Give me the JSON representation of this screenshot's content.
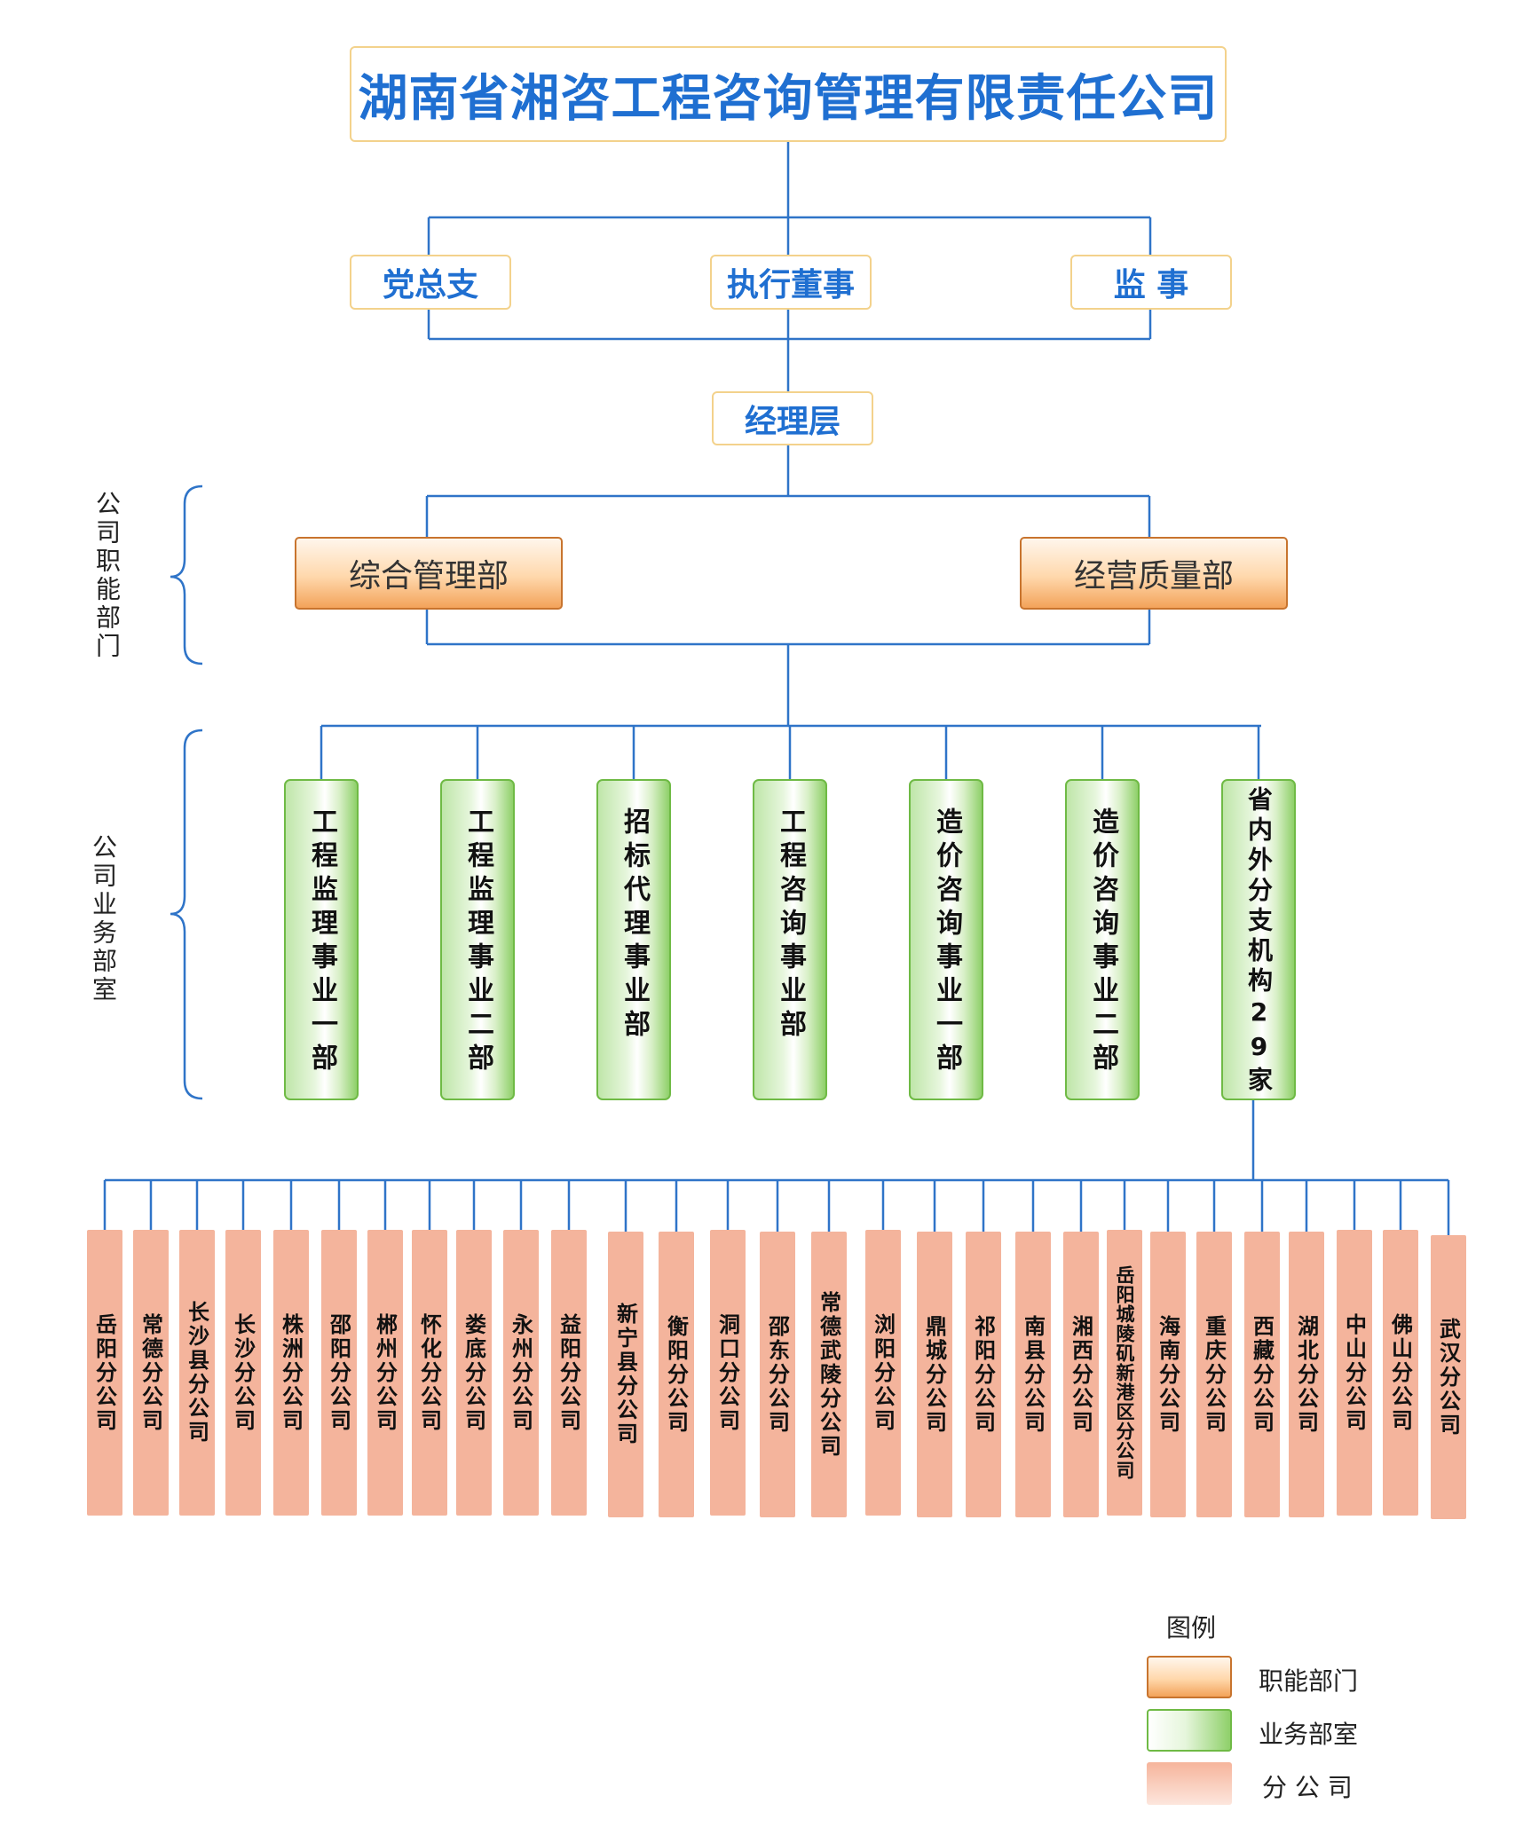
{
  "company": "湖南省湘咨工程咨询管理有限责任公司",
  "governance": {
    "party": "党总支",
    "director": "执行董事",
    "supervisor": "监 事"
  },
  "management": "经理层",
  "functional_label": "公司职能部门",
  "functional": [
    "综合管理部",
    "经营质量部"
  ],
  "business_label": "公司业务部室",
  "business": [
    "工程监理事业一部",
    "工程监理事业二部",
    "招标代理事业部",
    "工程咨询事业部",
    "造价咨询事业一部",
    "造价咨询事业二部",
    "省内外分支机构29家"
  ],
  "branches": [
    "岳阳分公司",
    "常德分公司",
    "长沙县分公司",
    "长沙分公司",
    "株洲分公司",
    "邵阳分公司",
    "郴州分公司",
    "怀化分公司",
    "娄底分公司",
    "永州分公司",
    "益阳分公司",
    "新宁县分公司",
    "衡阳分公司",
    "洞口分公司",
    "邵东分公司",
    "常德武陵分公司",
    "浏阳分公司",
    "鼎城分公司",
    "祁阳分公司",
    "南县分公司",
    "湘西分公司",
    "岳阳城陵矶新港区分公司",
    "海南分公司",
    "重庆分公司",
    "西藏分公司",
    "湖北分公司",
    "中山分公司",
    "佛山分公司",
    "武汉分公司"
  ],
  "legend": {
    "title": "图例",
    "items": [
      {
        "label": "职能部门",
        "swatch": "functional"
      },
      {
        "label": "业务部室",
        "swatch": "business"
      },
      {
        "label": "分 公 司",
        "swatch": "branch"
      }
    ]
  },
  "colors": {
    "line": "#2f74c8",
    "title_text": "#1f6fd1",
    "top_border": "#f3d28c",
    "orange_border": "#c8742e",
    "green_border": "#6fba45",
    "branch_fill": "#f4b49c"
  }
}
